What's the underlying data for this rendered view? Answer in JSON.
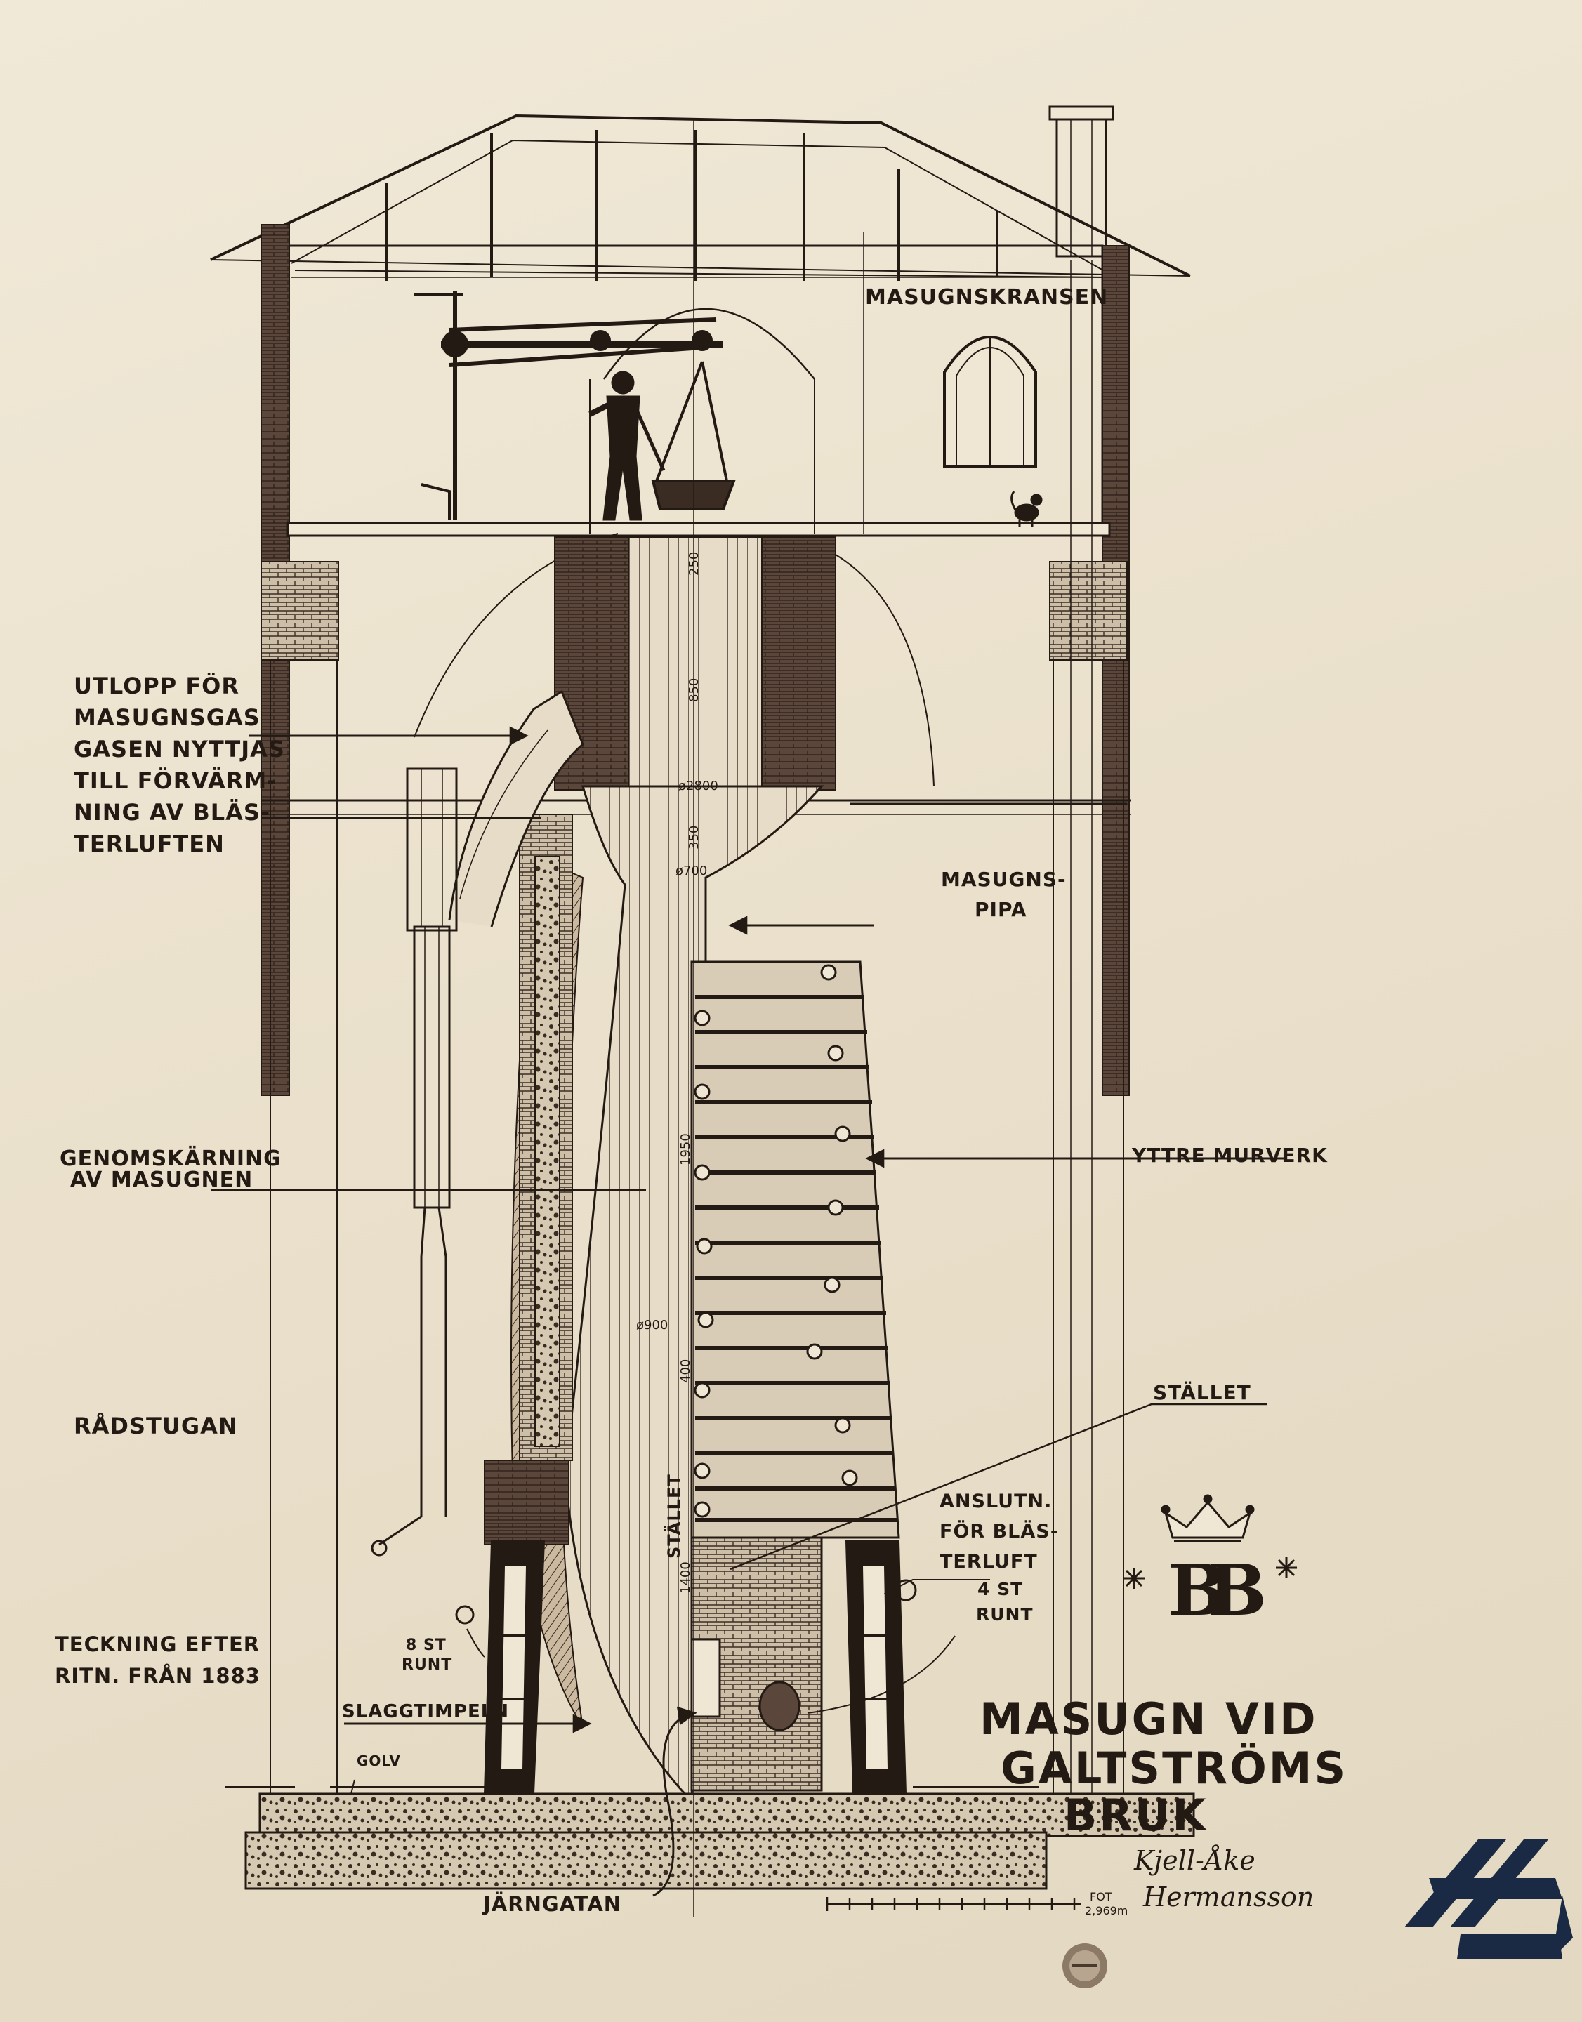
{
  "title": {
    "line1": "MASUGN VID",
    "line2": "GALTSTRÖMS",
    "line3": "BRUK"
  },
  "author": {
    "line1": "Kjell-Åke",
    "line2": "Hermansson"
  },
  "credit": {
    "line1": "TECKNING EFTER",
    "line2": "RITN. FRÅN 1883"
  },
  "labels": {
    "masugnskransen": "MASUGNSKRANSEN",
    "utlopp": [
      "UTLOPP FÖR",
      "MASUGNSGAS",
      "GASEN NYTTJAS",
      "TILL FÖRVÄRM-",
      "NING AV BLÄS-",
      "TERLUFTEN"
    ],
    "masugnspipa": [
      "MASUGNS-",
      "PIPA"
    ],
    "genomskarning": [
      "GENOMSKÄRNING",
      "AV MASUGNEN"
    ],
    "yttre_murverk": "YTTRE MURVERK",
    "radstugan": "RÅDSTUGAN",
    "stallet_right": "STÄLLET",
    "stallet_vertical": "STÄLLET",
    "anslutn": [
      "ANSLUTN.",
      "FÖR BLÄS-",
      "TERLUFT",
      "4 ST",
      "RUNT"
    ],
    "runt8": [
      "8 ST",
      "RUNT"
    ],
    "slaggtimpeln": "SLAGGTIMPELN",
    "golv": "GOLV",
    "jarngatan": "JÄRNGATAN"
  },
  "dimensions": {
    "d250": "250",
    "d850": "850",
    "d2800": "ø2800",
    "d350": "350",
    "d700": "ø700",
    "d1950": "1950",
    "d900": "ø900",
    "d400": "400",
    "d1400": "1400"
  },
  "scale": {
    "unit": "FOT",
    "value": "2,969m"
  },
  "monogram": "BB",
  "colors": {
    "ink": "#241a14",
    "paper": "#ede4d2",
    "logo": "#1b2a44",
    "brick": "#6b5648"
  }
}
